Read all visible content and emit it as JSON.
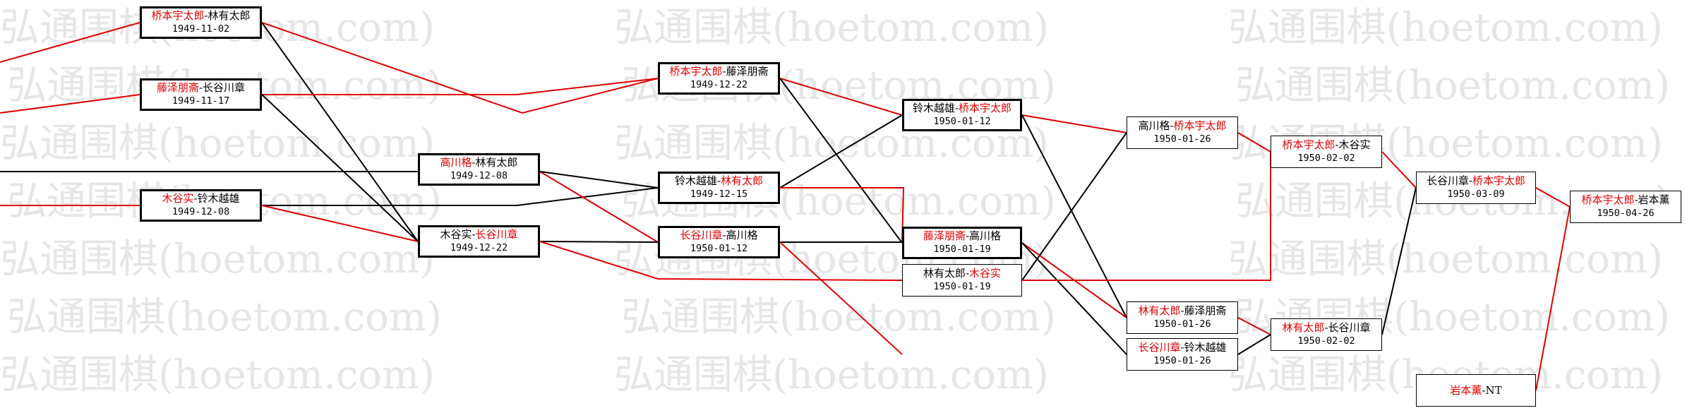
{
  "colors": {
    "winner": "#e00000",
    "line_win": "#e00000",
    "line_lose": "#000000",
    "watermark": "#e6e6e6"
  },
  "watermark_text": "弘通围棋(hoetom.com)",
  "games": [
    {
      "id": "g1",
      "p1": "桥本宇太郎",
      "p2": "林有太郎",
      "winner": 1,
      "date": "1949-11-02"
    },
    {
      "id": "g2",
      "p1": "藤泽朋斋",
      "p2": "长谷川章",
      "winner": 1,
      "date": "1949-11-17"
    },
    {
      "id": "g3",
      "p1": "木谷实",
      "p2": "铃木越雄",
      "winner": 1,
      "date": "1949-12-08"
    },
    {
      "id": "g4",
      "p1": "高川格",
      "p2": "林有太郎",
      "winner": 1,
      "date": "1949-12-08"
    },
    {
      "id": "g5",
      "p1": "木谷实",
      "p2": "长谷川章",
      "winner": 2,
      "date": "1949-12-22"
    },
    {
      "id": "g6",
      "p1": "桥本宇太郎",
      "p2": "藤泽朋斋",
      "winner": 1,
      "date": "1949-12-22"
    },
    {
      "id": "g7",
      "p1": "铃木越雄",
      "p2": "林有太郎",
      "winner": 2,
      "date": "1949-12-15"
    },
    {
      "id": "g8",
      "p1": "长谷川章",
      "p2": "高川格",
      "winner": 1,
      "date": "1950-01-12"
    },
    {
      "id": "g9",
      "p1": "铃木越雄",
      "p2": "桥本宇太郎",
      "winner": 2,
      "date": "1950-01-12"
    },
    {
      "id": "g10",
      "p1": "藤泽朋斋",
      "p2": "高川格",
      "winner": 1,
      "date": "1950-01-19"
    },
    {
      "id": "g11",
      "p1": "林有太郎",
      "p2": "木谷实",
      "winner": 2,
      "date": "1950-01-19"
    },
    {
      "id": "g12",
      "p1": "高川格",
      "p2": "桥本宇太郎",
      "winner": 2,
      "date": "1950-01-26"
    },
    {
      "id": "g13",
      "p1": "林有太郎",
      "p2": "藤泽朋斋",
      "winner": 1,
      "date": "1950-01-26"
    },
    {
      "id": "g14",
      "p1": "长谷川章",
      "p2": "铃木越雄",
      "winner": 1,
      "date": "1950-01-26"
    },
    {
      "id": "g15",
      "p1": "桥本宇太郎",
      "p2": "木谷实",
      "winner": 1,
      "date": "1950-02-02"
    },
    {
      "id": "g16",
      "p1": "林有太郎",
      "p2": "长谷川章",
      "winner": 1,
      "date": "1950-02-02"
    },
    {
      "id": "g17",
      "p1": "长谷川章",
      "p2": "桥本宇太郎",
      "winner": 2,
      "date": "1950-03-09"
    },
    {
      "id": "g18",
      "p1": "桥本宇太郎",
      "p2": "岩本薰",
      "winner": 1,
      "date": "1950-04-26"
    },
    {
      "id": "g19",
      "p1": "岩本薰",
      "p2": "NT",
      "winner": 1,
      "date": ""
    }
  ]
}
